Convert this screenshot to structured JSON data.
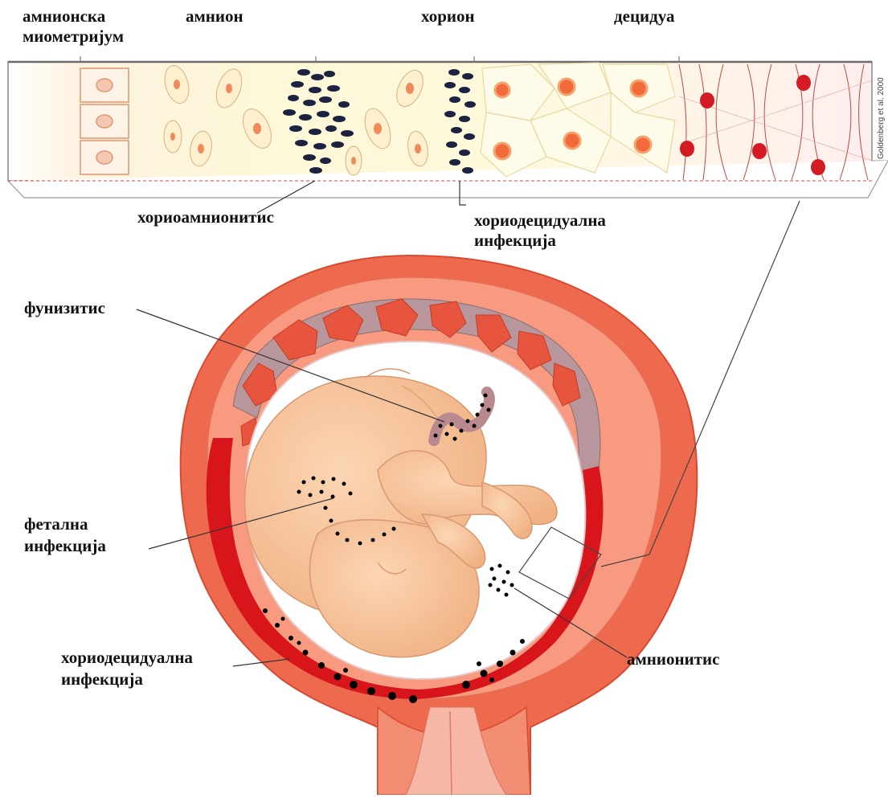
{
  "labels": {
    "amnion_myometrium_1": "амнионска",
    "amnion_myometrium_2": "миометријум",
    "amnion": "амнион",
    "chorion": "хорион",
    "decidua": "децидуа",
    "chorioamnionitis": "хориоамнионитис",
    "choriodecidual_top_1": "хориодецидуална",
    "choriodecidual_top_2": "инфекција",
    "funisitis": "фунизитис",
    "fetal_infection_1": "фетална",
    "fetal_infection_2": "инфекција",
    "choriodecidual_bottom_1": "хориодецидуална",
    "choriodecidual_bottom_2": "инфекција",
    "amnionitis": "амнионитис"
  },
  "credit": "Goldenberg et al. 2000",
  "colors": {
    "uterus_wall": "#ee6a4f",
    "uterus_inner": "#f79a80",
    "decidua_band": "#b8979c",
    "placenta_lobes": "#e8553f",
    "fetus_skin": "#f7c49c",
    "membrane_bright": "#d9151c",
    "bacteria": "#000000",
    "tissue_bg": "#fdf7d6"
  }
}
